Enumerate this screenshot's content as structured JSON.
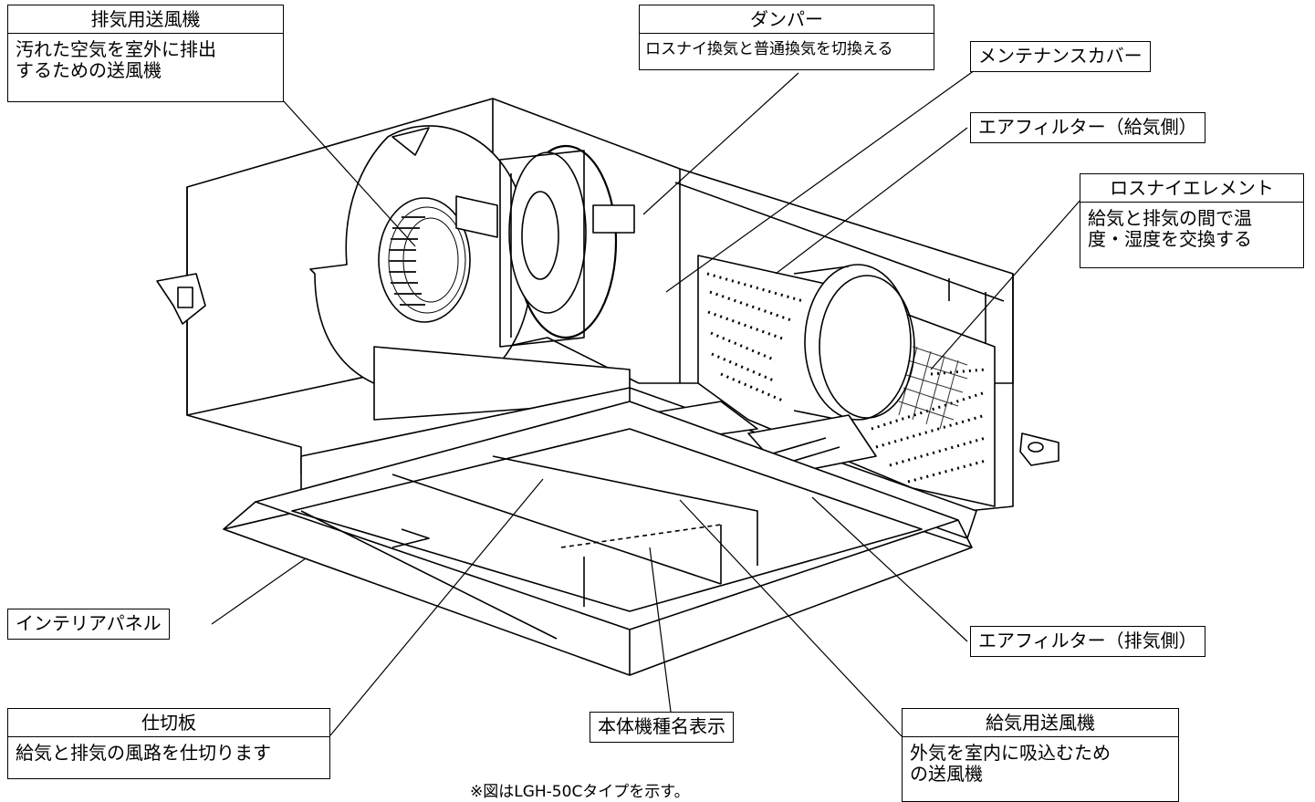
{
  "labels": {
    "exhaust_fan": {
      "title": "排気用送風機",
      "desc": [
        "汚れた空気を室外に排出",
        "するための送風機"
      ]
    },
    "damper": {
      "title": "ダンパー",
      "desc": [
        "ロスナイ換気と普通換気を切換える"
      ]
    },
    "maintenance_cover": "メンテナンスカバー",
    "air_filter_supply": "エアフィルター（給気側）",
    "lossnay_element": {
      "title": "ロスナイエレメント",
      "desc": [
        "給気と排気の間で温",
        "度・湿度を交換する"
      ]
    },
    "interior_panel": "インテリアパネル",
    "air_filter_exhaust": "エアフィルター（排気側）",
    "partition": {
      "title": "仕切板",
      "desc": [
        "給気と排気の風路を仕切ります"
      ]
    },
    "model_display": "本体機種名表示",
    "supply_fan": {
      "title": "給気用送風機",
      "desc": [
        "外気を室内に吸込むため",
        "の送風機"
      ]
    }
  },
  "footnote": "※図はLGH-50Cタイプを示す。"
}
